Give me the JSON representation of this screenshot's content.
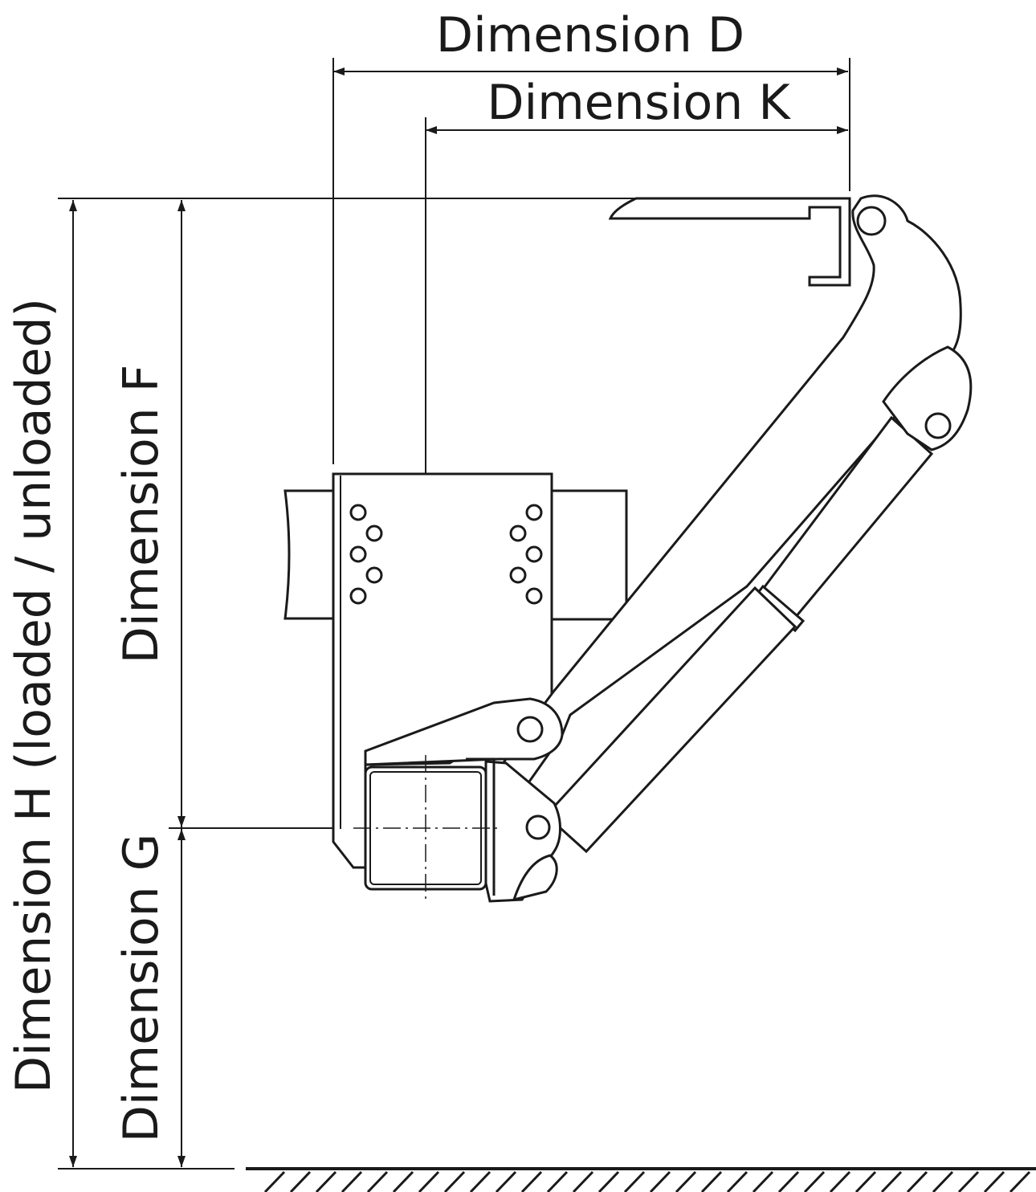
{
  "labels": {
    "dim_d": "Dimension D",
    "dim_k": "Dimension K",
    "dim_f": "Dimension F",
    "dim_g": "Dimension G",
    "dim_h": "Dimension H (loaded / unloaded)"
  },
  "colors": {
    "line": "#1a1a1a",
    "background": "#ffffff"
  }
}
